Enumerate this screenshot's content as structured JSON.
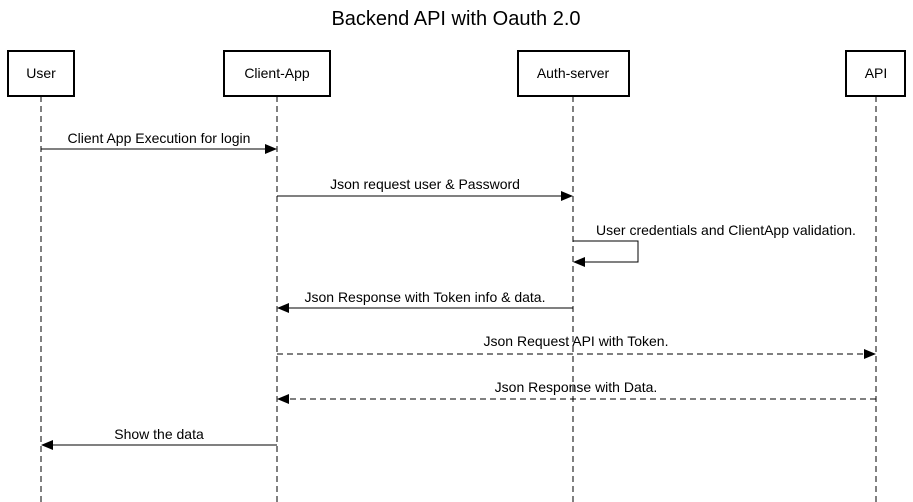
{
  "title": "Backend API with Oauth 2.0",
  "participants": [
    {
      "id": "user",
      "label": "User"
    },
    {
      "id": "client",
      "label": "Client-App"
    },
    {
      "id": "auth",
      "label": "Auth-server"
    },
    {
      "id": "api",
      "label": "API"
    }
  ],
  "messages": [
    {
      "from": "user",
      "to": "client",
      "label": "Client App Execution for login",
      "style": "solid"
    },
    {
      "from": "client",
      "to": "auth",
      "label": "Json request user & Password",
      "style": "solid"
    },
    {
      "from": "auth",
      "to": "auth",
      "label": "User credentials and ClientApp validation.",
      "style": "solid"
    },
    {
      "from": "auth",
      "to": "client",
      "label": "Json Response with Token info & data.",
      "style": "solid"
    },
    {
      "from": "client",
      "to": "api",
      "label": "Json Request API with Token.",
      "style": "dashed"
    },
    {
      "from": "api",
      "to": "client",
      "label": "Json Response with Data.",
      "style": "dashed"
    },
    {
      "from": "client",
      "to": "user",
      "label": "Show the data",
      "style": "solid"
    }
  ]
}
